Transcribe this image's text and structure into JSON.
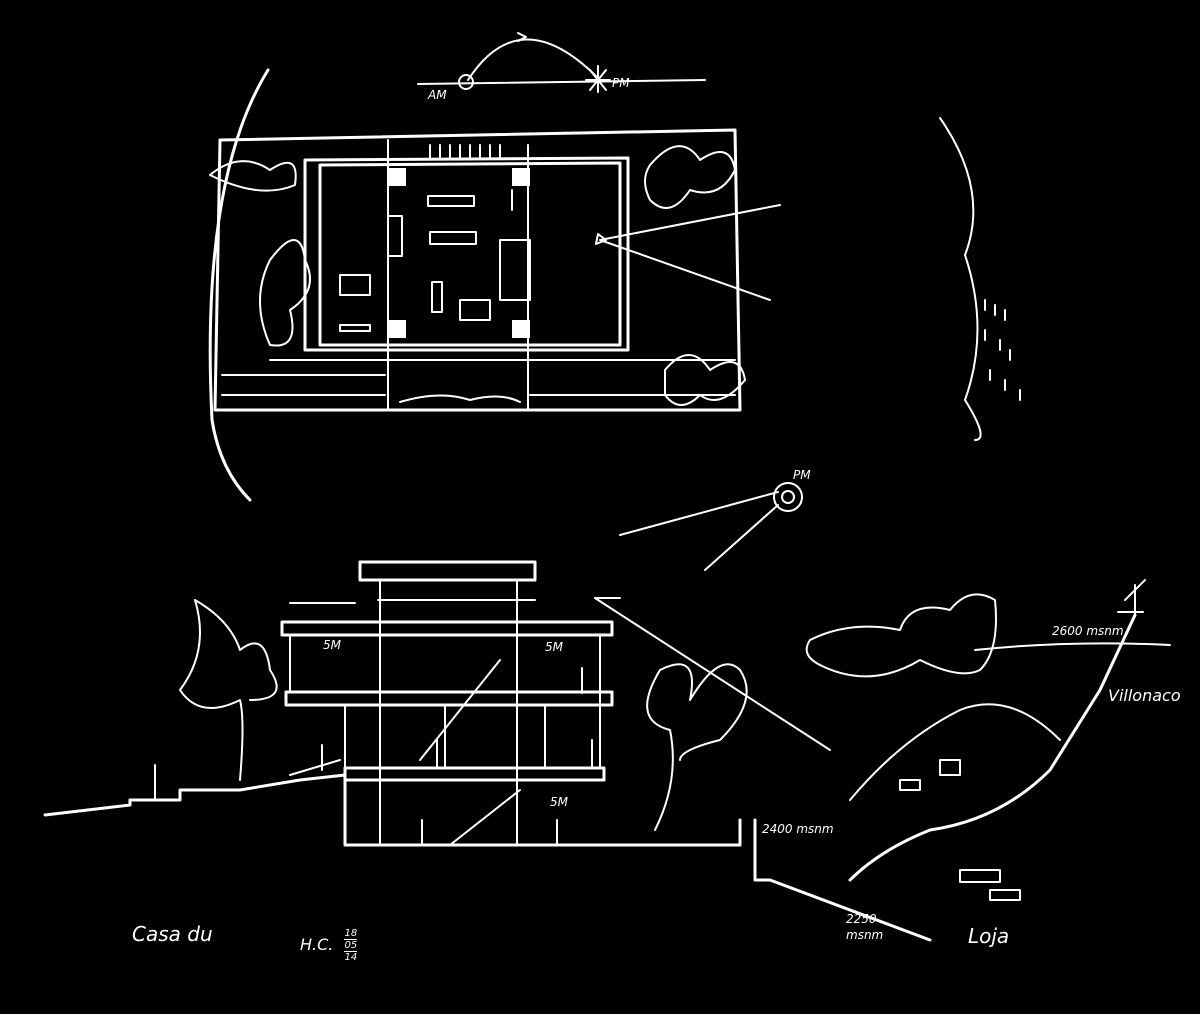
{
  "sketch": {
    "sun_path": {
      "morning_label": "AM",
      "evening_label": "PM"
    },
    "section_sun_label": "PM",
    "floor_heights": [
      "5M",
      "5M",
      "5M"
    ],
    "elevations": {
      "site": "2400 msnm",
      "valley": "2250",
      "valley_unit": "msnm",
      "peak": "2600 msnm"
    },
    "places": {
      "mountain": "Villonaco",
      "city": "Loja"
    },
    "title": "Casa du",
    "signature": {
      "initials": "H.C.",
      "day": "18",
      "month": "05",
      "year": "14"
    },
    "colors": {
      "background": "#000000",
      "ink": "#ffffff"
    }
  }
}
